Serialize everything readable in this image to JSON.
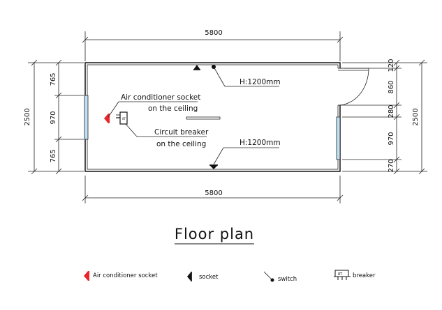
{
  "dimensions": {
    "top_width": "5800",
    "bottom_width": "5800",
    "left_total": "2500",
    "left_segments": [
      "765",
      "970",
      "765"
    ],
    "right_total": "2500",
    "right_segments": [
      "120",
      "860",
      "280",
      "970",
      "270"
    ]
  },
  "annotations": {
    "switch_height": "H:1200mm",
    "socket_height": "H:1200mm",
    "ac_socket_line1": "Air conditioner socket",
    "ac_socket_line2": "on the ceiling",
    "breaker_line1": "Circuit breaker",
    "breaker_line2": "on the ceiling"
  },
  "title": "Floor plan",
  "legend": {
    "ac_socket": "Air conditioner socket",
    "socket": "socket",
    "switch": "switch",
    "breaker": "breaker"
  },
  "colors": {
    "ac_socket": "#e8262b",
    "window": "#bfe0f2",
    "line": "#222222"
  }
}
